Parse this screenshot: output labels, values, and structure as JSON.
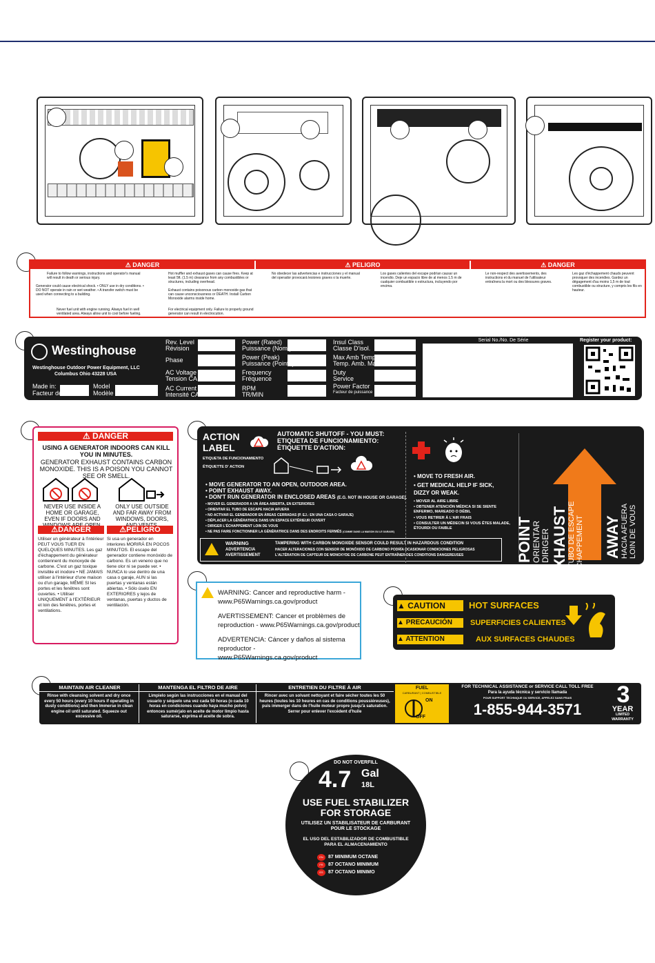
{
  "danger_strip": {
    "danger": "DANGER",
    "peligro": "PELIGRO",
    "col1": "Failure to follow warnings, instructions and operator's manual will result in death or serious injury.",
    "col1b": "Generator could cause electrical shock. • ONLY use in dry conditions. • DO NOT operate in rain or wet weather. • A transfer switch must be used when connecting to a building.",
    "col1c": "Never fuel unit with engine running. Always fuel in well ventilated area. Always allow unit to cool before fueling.",
    "col2": "Hot muffler and exhaust gases can cause fires. Keep at least 5ft. (1.5 m) clearance from any combustibles or structures, including overhead.",
    "col2b": "Exhaust contains poisonous carbon monoxide gas that can cause unconsciousness or DEATH. Install Carbon Monoxide alarms inside home.",
    "col2c": "For electrical equipment only. Failure to properly ground generator can result in electrocution.",
    "col3": "No obedecer las advertencias e instrucciones y el manual del operador provocará lesiones graves o la muerte.",
    "col4": "Los gases calientes del escape podrían causar un incendio. Deje un espacio libre de al menos 1.5 m de cualquier combustible o estructura, incluyendo por encima.",
    "col5": "Le non-respect des avertissements, des instructions et du manuel de l'utilisateur entraînera la mort ou des blessures graves.",
    "col6": "Les gaz d'échappement chauds peuvent provoquer des incendies. Gardez un dégagement d'au moins 1,5 m de tout combustible ou structure, y compris les fils en hauteur."
  },
  "data_label": {
    "brand": "Westinghouse",
    "company": "Westinghouse Outdoor Power Equipment, LLC",
    "city": "Columbus Ohio 43228 USA",
    "made_in": "Made in:",
    "fabrique": "Facteur de:",
    "model": "Model",
    "modele": "Modèle",
    "fields": [
      {
        "en": "Rev. Level",
        "fr": "Révision"
      },
      {
        "en": "Phase",
        "fr": ""
      },
      {
        "en": "AC Voltage",
        "fr": "Tension CA"
      },
      {
        "en": "AC Current",
        "fr": "Intensité CA"
      }
    ],
    "fields2": [
      {
        "en": "Power (Rated)",
        "fr": "Puissance (Nom.)"
      },
      {
        "en": "Power (Peak)",
        "fr": "Puissance (Pointe)"
      },
      {
        "en": "Frequency",
        "fr": "Fréquence"
      },
      {
        "en": "RPM",
        "fr": "TR/MIN"
      }
    ],
    "fields3": [
      {
        "en": "Insul Class",
        "fr": "Classe D'isol."
      },
      {
        "en": "Max Amb Temp",
        "fr": "Temp. Amb. Max"
      },
      {
        "en": "Duty",
        "fr": "Service"
      },
      {
        "en": "Power Factor",
        "fr": "Facteur de puissance"
      }
    ],
    "serial": "Serial No./No. De Série",
    "register": "Register your product:"
  },
  "co_danger": {
    "danger": "DANGER",
    "peligro": "PELIGRO",
    "line1": "USING A GENERATOR INDOORS CAN KILL YOU IN MINUTES.",
    "line2": "GENERATOR EXHAUST CONTAINS CARBON MONOXIDE. THIS IS A POISON YOU CANNOT SEE OR SMELL.",
    "never": "NEVER USE INSIDE A HOME OR GARAGE, EVEN IF DOORS AND WINDOWS ARE OPEN.",
    "only": "ONLY USE OUTSIDE AND FAR AWAY FROM WINDOWS, DOORS, AND VENTS.",
    "fr": "Utiliser un générateur à l'intérieur PEUT VOUS TUER EN QUELQUES MINUTES. Les gaz d'échappement du générateur contiennent du monoxyde de carbone. C'est un gaz toxique invisible et inodore • NE JAMAIS utiliser à l'intérieur d'une maison ou d'un garage, MÊME SI les portes et les fenêtres sont ouvertes. • Utiliser UNIQUEMENT à l'EXTÉRIEUR et loin des fenêtres, portes et ventilations.",
    "es": "Si usa un generador en interiores MORIRÁ EN POCOS MINUTOS. El escape del generador contiene monóxido de carbono. Es un veneno que no tiene olor ni se puede ver. • NUNCA lo use dentro de una casa o garaje, AUN si las puertas y ventanas están abiertas. • Sólo úselo EN EXTERIORES y lejos de ventanas, puertas y ductos de ventilación."
  },
  "action": {
    "title1": "ACTION",
    "title2": "LABEL",
    "sub1": "ETIQUETA DE FUNCIONAMIENTO",
    "sub2": "ÉTIQUETTE D' ACTION",
    "auto1": "AUTOMATIC SHUTOFF - YOU MUST:",
    "auto2": "ETIQUETA DE FUNCIONAMIENTO:",
    "auto3": "ÉTIQUETTE D'ACTION:",
    "b1": "• MOVE GENERATOR TO AN OPEN, OUTDOOR AREA.",
    "b2": "• POINT EXHAUST AWAY.",
    "b3": "• DON'T RUN GENERATOR IN ENCLOSED AREAS",
    "b3s": "(E.G. NOT IN HOUSE OR GARAGE).",
    "s1": "• MOVER EL GENERADOR A UN ÁREA ABIERTA, EN EXTERIORES",
    "s2": "• ORIENTAR EL TUBO DE ESCAPE HACIA AFUERA",
    "s3": "• NO ACTIVAR EL GENERADOR EN ÁREAS CERRADAS (P. EJ.: EN UNA CASA O GARAJE)",
    "s4": "• DÉPLACER LA GÉNÉRATRICE DANS UN ESPACE EXTÉRIEUR OUVERT",
    "s5": "• DIRIGER L'ÉCHAPPEMENT LOIN DE VOUS",
    "s6": "• NE PAS FAIRE FONCTIONNER LA GÉNÉRATRICE DANS DES ENDROITS FERMÉS",
    "s6s": "(COMME DANS LA MAISON OU LE GARAGE)",
    "r1": "• MOVE TO FRESH AIR.",
    "r2": "• GET MEDICAL HELP IF SICK, DIZZY OR WEAK.",
    "r3": "• MOVER AL AIRE LIBRE",
    "r4": "• OBTENER ATENCIÓN MÉDICA SI SE SIENTE ENFERMO, MAREADO O DÉBIL",
    "r5": "• VOUS RETIRER À L'AIR FRAIS",
    "r6": "• CONSULTER UN MÉDECIN SI VOUS ÊTES MALADE, ÉTOURDI OU FAIBLE",
    "warn1": "WARNING",
    "warn2": "ADVERTENCIA",
    "warn3": "AVERTISSEMENT",
    "tamper1": "TAMPERING WITH CARBON MONOXIDE SENSOR COULD RESULT IN HAZARDOUS CONDITION",
    "tamper2": "HACER ALTERACIONES CON SENSOR DE MONÓXIDO DE CARBONO PODRÍA OCASIONAR CONDICIONES PELIGROSAS",
    "tamper3": "L'ALTÉRATION DE CAPTEUR DE MONOXYDE DE CARBONE PEUT ENTRAÎNER DES CONDITIONS DANGEREUSES",
    "point": "POINT",
    "orientar": "ORIENTAR",
    "diriger": "DIRIGER",
    "exhaust": "EXHAUST",
    "tubo": "EL TUBO DE ESCAPE",
    "echap": "L'ÉCHAPPEMENT",
    "away": "AWAY",
    "hacia": "HACIA AFUERA",
    "loin": "LOIN DE VOUS"
  },
  "p65": {
    "en": "WARNING: Cancer and reproductive harm - www.P65Warnings.ca.gov/product",
    "fr": "AVERTISSEMENT: Cancer et problèmes de reproduction - www.P65Warnings.ca.gov/product",
    "es": "ADVERTENCIA: Cáncer y daños al sistema reproductor - www.P65Warnings.ca.gov/product"
  },
  "caution": {
    "c1": "CAUTION",
    "c1t": "HOT SURFACES",
    "c2": "PRECAUCIÓN",
    "c2t": "SUPERFICIES CALIENTES",
    "c3": "ATTENTION",
    "c3t": "AUX SURFACES CHAUDES"
  },
  "air": {
    "h1": "MAINTAIN AIR CLEANER",
    "h2": "MANTENGA EL FILTRO DE AIRE",
    "h3": "ENTRETIEN DU FILTRE À AIR",
    "t1": "Rinse with cleansing solvent and dry once every 50 hours (every 10 hours if operating in dusty conditions) and then Immerse in clean engine oil until saturated. Squeeze out excessive oil.",
    "t2": "Limpielo según las instrucciones en el manual del usuario y séquelo una vez cada 50 horas (o cada 10 horas en condiciones cuando haya mucho polvo) entonces sumérjalo en aceite de motor limpio hasta saturarse, exprima el aceite de sobra.",
    "t3": "Rincer avec un solvant nettoyant et faire sécher toutes les 50 heures (toutes les 10 heures en cas de conditions poussiéreuses), puis immerger dans de l'huile moteur propre jusqu'à saturation. Serrer pour enlever l'excédent d'huile",
    "fuel": "FUEL",
    "fuel2": "CARBURANT | COMBUSTIBLE",
    "on": "ON",
    "off": "OFF",
    "tech": "FOR TECHNICAL ASSISTANCE or SERVICE CALL TOLL FREE",
    "tech2": "Para la ayuda técnica y servicio llamada",
    "tech3": "POUR SUPPORT TECHNIQUE OU SERVICE, APPELEZ SANS FRAIS",
    "phone": "1-855-944-3571",
    "year_num": "3",
    "year": "YEAR",
    "limited": "LIMITED",
    "warranty": "WARRANTY"
  },
  "fuel_disc": {
    "top": "DO NOT OVERFILL",
    "num": "4.7",
    "gal": "Gal",
    "l": "18L",
    "use1": "USE FUEL STABILIZER",
    "use2": "FOR STORAGE",
    "fr1": "UTILISEZ UN STABILISATEUR DE CARBURANT",
    "fr2": "POUR LE STOCKAGE",
    "es1": "EL USO DEL ESTABILIZADOR DE COMBUSTIBLE",
    "es2": "PARA EL ALMACENAMIENTO",
    "o1": "87 MINIMUM OCTANE",
    "o2": "87 OCTANO MINIMUM",
    "o3": "87 OCTANO MINIMO",
    "en": "EN",
    "fr": "FR",
    "es": "ES"
  }
}
